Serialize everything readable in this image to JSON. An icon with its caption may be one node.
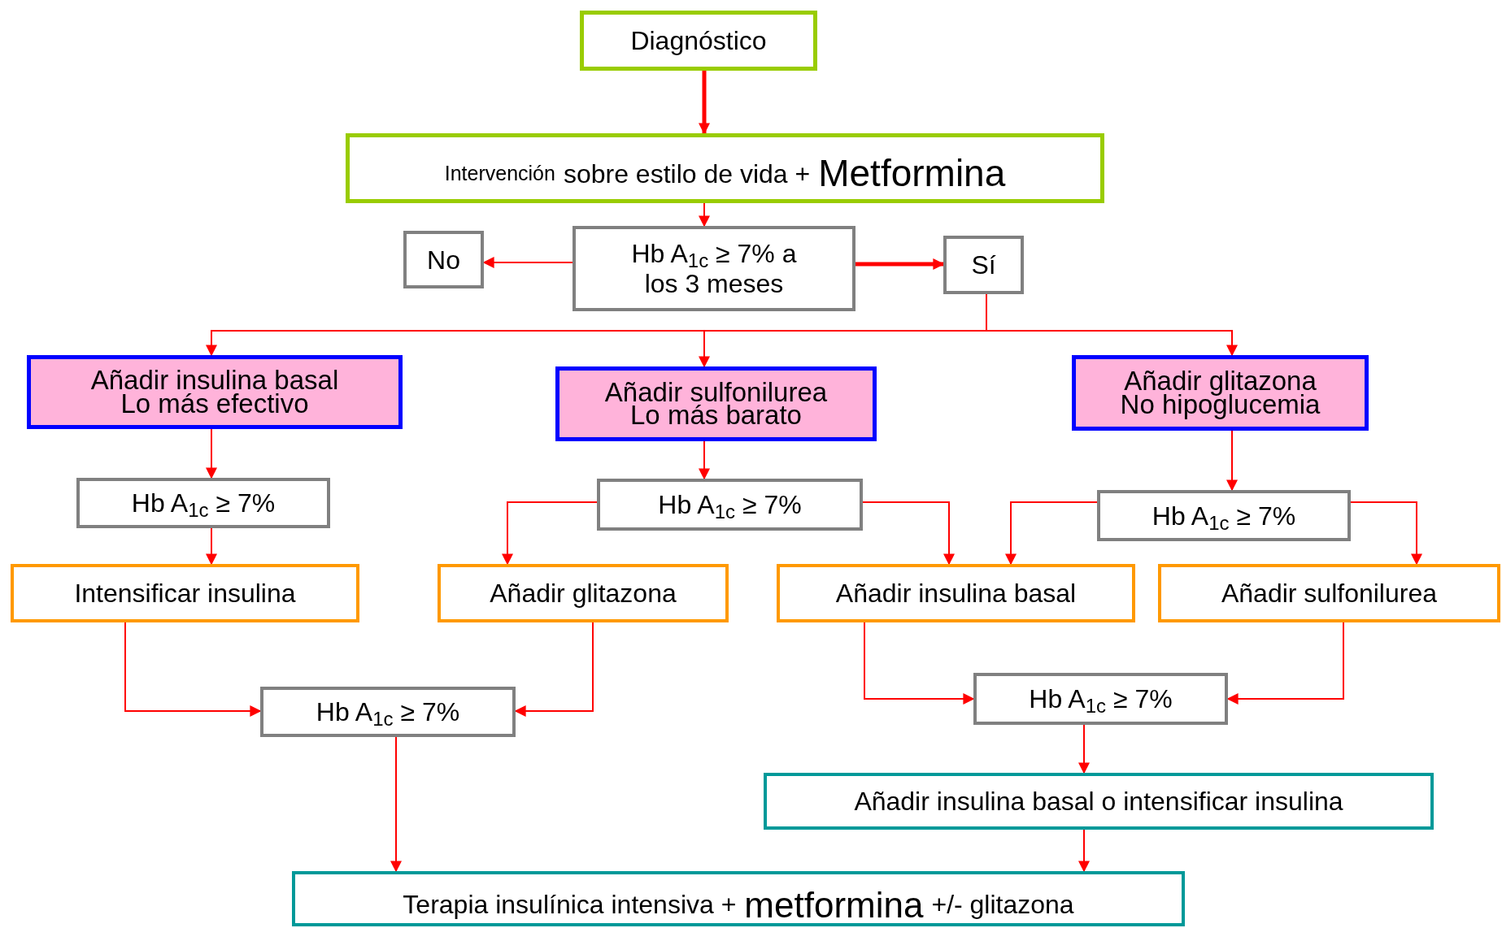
{
  "diagram": {
    "nodes": [
      {
        "text": [
          "Diagnóstico"
        ]
      },
      {
        "text": [
          "Intervención",
          "sobre estilo de vida +",
          "Metformina"
        ]
      },
      {
        "text": [
          "Hb A$_{1c}$ ≥ 7% a los 3 meses"
        ]
      },
      {
        "text": [
          "No"
        ]
      },
      {
        "text": [
          "Sí"
        ]
      },
      {
        "text": [
          "Añadir insulina basal",
          "Lo más efectivo"
        ]
      },
      {
        "text": [
          "Añadir sulfonilurea",
          "Lo más barato"
        ]
      },
      {
        "text": [
          "Añadir glitazona",
          "No hipoglucemia"
        ]
      },
      {
        "text": [
          "Hb A$_{1c}$ ≥ 7%"
        ]
      },
      {
        "text": [
          "Hb A$_{1c}$ ≥ 7%"
        ]
      },
      {
        "text": [
          "Hb A$_{1c}$ ≥ 7%"
        ]
      },
      {
        "text": [
          "Intensificar insulina"
        ]
      },
      {
        "text": [
          "Añadir glitazona"
        ]
      },
      {
        "text": [
          "Añadir insulina basal"
        ]
      },
      {
        "text": [
          "Añadir sulfonilurea"
        ]
      },
      {
        "text": [
          "Hb A$_{1c}$ ≥ 7%"
        ]
      },
      {
        "text": [
          "Hb A$_{1c}$ ≥ 7%"
        ]
      },
      {
        "text": [
          "Añadir insulina basal o intensificar insulina"
        ]
      },
      {
        "text": [
          "Terapia insulínica intensiva +",
          "metformina",
          "+/- glitazona"
        ]
      }
    ],
    "edges": [
      {
        "from": 0,
        "to": 1,
        "arrow": "to",
        "style": "thick"
      },
      {
        "from": 1,
        "to": 2,
        "arrow": "to"
      },
      {
        "from": 2,
        "to": 3,
        "arrow": "to"
      },
      {
        "from": 2,
        "to": 4,
        "arrow": "to",
        "style": "thick"
      },
      {
        "from": 4,
        "to": 5,
        "arrow": "to"
      },
      {
        "from": 4,
        "to": 6,
        "arrow": "to"
      },
      {
        "from": 4,
        "to": 7,
        "arrow": "to"
      },
      {
        "from": 5,
        "to": 8,
        "arrow": "to"
      },
      {
        "from": 8,
        "to": 11,
        "arrow": "to"
      },
      {
        "from": 6,
        "to": 9,
        "arrow": "to"
      },
      {
        "from": 9,
        "to": 12,
        "arrow": "to"
      },
      {
        "from": 9,
        "to": 13,
        "arrow": "to"
      },
      {
        "from": 7,
        "to": 10,
        "arrow": "to"
      },
      {
        "from": 10,
        "to": 13,
        "arrow": "to"
      },
      {
        "from": 10,
        "to": 14,
        "arrow": "to"
      },
      {
        "from": 11,
        "to": 15,
        "arrow": "to"
      },
      {
        "from": 12,
        "to": 15,
        "arrow": "to"
      },
      {
        "from": 13,
        "to": 16,
        "arrow": "to"
      },
      {
        "from": 14,
        "to": 16,
        "arrow": "to"
      },
      {
        "from": 16,
        "to": 17,
        "arrow": "to"
      },
      {
        "from": 15,
        "to": 18,
        "arrow": "to"
      },
      {
        "from": 17,
        "to": 18,
        "arrow": "to"
      }
    ]
  }
}
